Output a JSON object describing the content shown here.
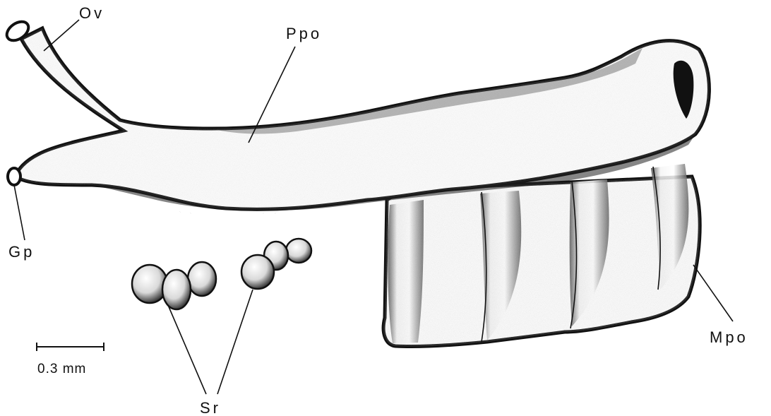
{
  "labels": {
    "ov": "Ov",
    "ppo": "Ppo",
    "gp": "Gp",
    "sr": "Sr",
    "mpo": "Mpo"
  },
  "scale_bar": {
    "text": "0.3 mm"
  },
  "colors": {
    "ink": "#111111",
    "background": "#ffffff",
    "stipple": "#3a3a3a"
  }
}
